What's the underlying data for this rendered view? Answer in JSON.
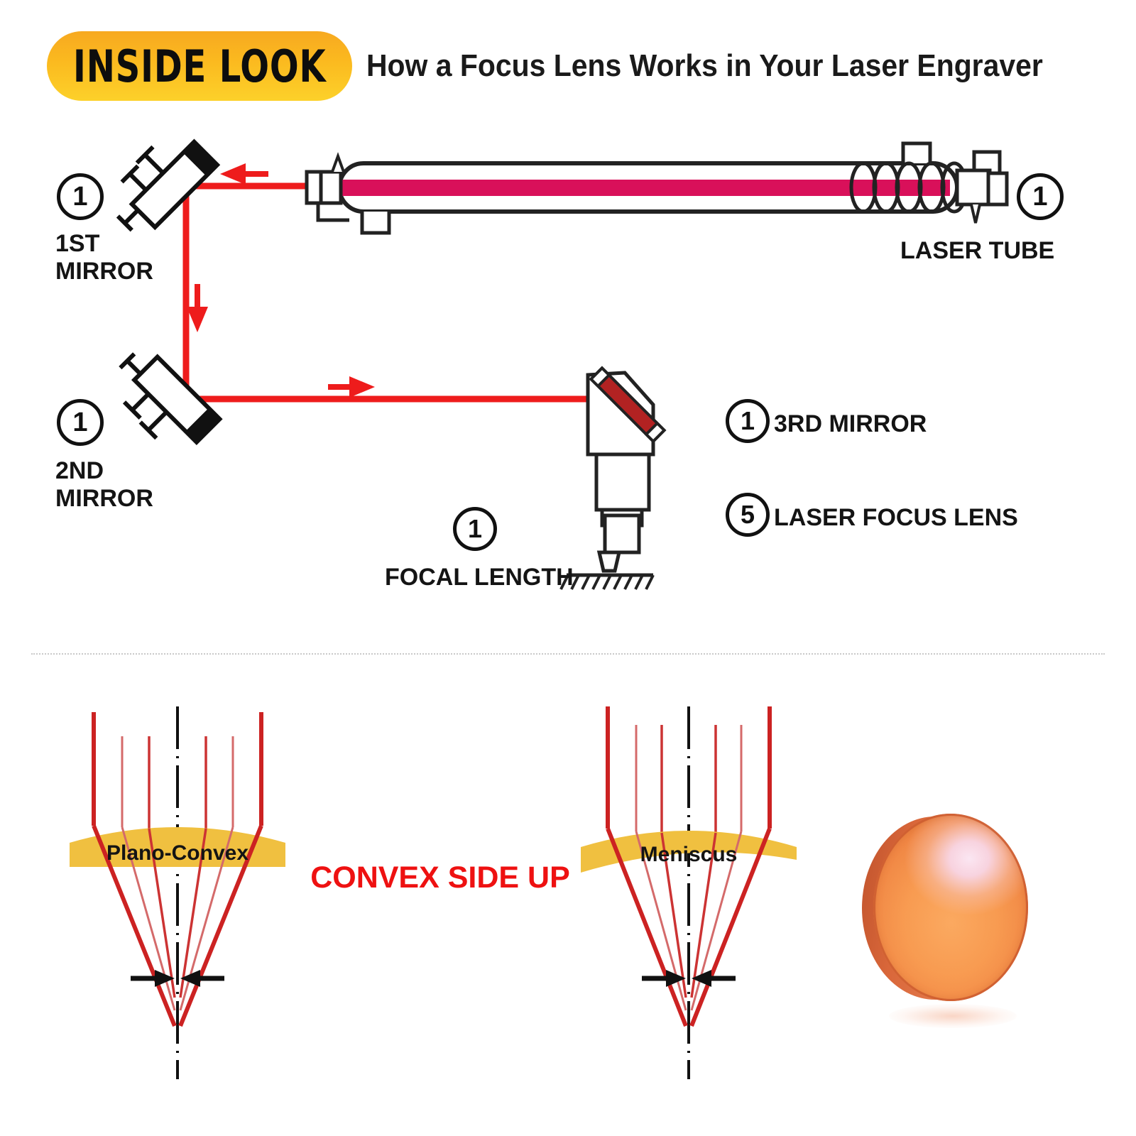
{
  "header": {
    "badge": "INSIDE LOOK",
    "title": "How a Focus Lens Works in Your Laser Engraver",
    "badge_gradient_from": "#f7a920",
    "badge_gradient_to": "#fcd12a"
  },
  "diagram": {
    "callouts": [
      {
        "number": "1",
        "label": "1ST\nMIRROR",
        "name": "first-mirror"
      },
      {
        "number": "1",
        "label": "2ND\nMIRROR",
        "name": "second-mirror"
      },
      {
        "number": "1",
        "label": "LASER TUBE",
        "name": "laser-tube"
      },
      {
        "number": "1",
        "label": "3RD MIRROR",
        "name": "third-mirror"
      },
      {
        "number": "5",
        "label": "LASER FOCUS LENS",
        "name": "laser-focus-lens"
      },
      {
        "number": "1",
        "label": "FOCAL LENGTH",
        "name": "focal-length"
      }
    ],
    "beam_color": "#ee1c1c",
    "plasma_color": "#d9105a",
    "outline_color": "#222222"
  },
  "lenses": {
    "plano_convex_label": "Plano-Convex",
    "meniscus_label": "Meniscus",
    "note": "CONVEX SIDE\nUP",
    "note_color": "#ee1111",
    "glass_color": "#f0c040",
    "ray_color": "#cc2222"
  },
  "lens_photo": {
    "body_color": "#f89a4e",
    "rim_color": "#cf5c31",
    "highlight_color": "#fbe6f2"
  }
}
